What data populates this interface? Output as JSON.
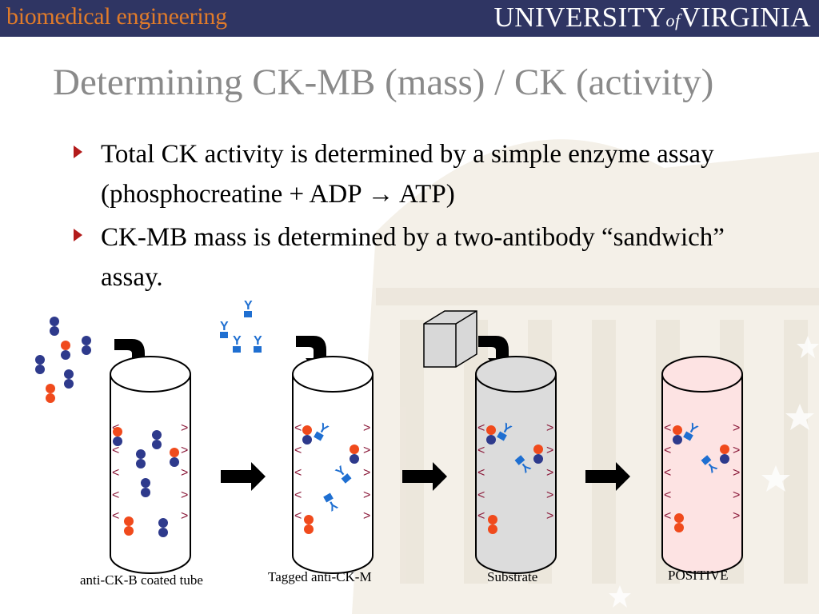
{
  "header": {
    "department": "biomedical engineering",
    "university_prefix": "UNIVERSITY",
    "university_of": "of",
    "university_suffix": "VIRGINIA"
  },
  "slide": {
    "title": "Determining CK-MB (mass) / CK (activity)",
    "bullets": [
      {
        "text": "Total CK activity is determined by a simple enzyme assay (phosphocreatine + ADP → ATP)"
      },
      {
        "text": "CK-MB mass is determined by a two-antibody “sandwich” assay."
      }
    ]
  },
  "diagram": {
    "captions": [
      "anti-CK-B coated tube",
      "Tagged anti-CK-M",
      "Substrate",
      "POSITIVE"
    ],
    "tube_fills": [
      "#ffffff",
      "#ffffff",
      "#dcdcdc",
      "#fde3e3"
    ],
    "colors": {
      "ck_b": "#f04a1c",
      "ck_m": "#2e3a8c",
      "antibody_b": "#8b1a3a",
      "tag": "#1f6fd1",
      "arrow": "#000000"
    }
  }
}
